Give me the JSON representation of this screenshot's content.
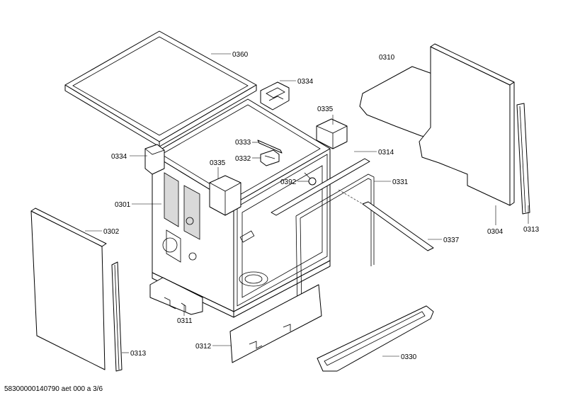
{
  "callouts": {
    "c0360": "0360",
    "c0334a": "0334",
    "c0310": "0310",
    "c0335a": "0335",
    "c0333": "0333",
    "c0332": "0332",
    "c0314": "0314",
    "c0334b": "0334",
    "c0335b": "0335",
    "c0392": "0392",
    "c0331": "0331",
    "c0301": "0301",
    "c0302": "0302",
    "c0337": "0337",
    "c0304": "0304",
    "c0313a": "0313",
    "c0311": "0311",
    "c0312": "0312",
    "c0330": "0330",
    "c0313b": "0313"
  },
  "footer": "58300000140790 aet 000 a 3/6"
}
